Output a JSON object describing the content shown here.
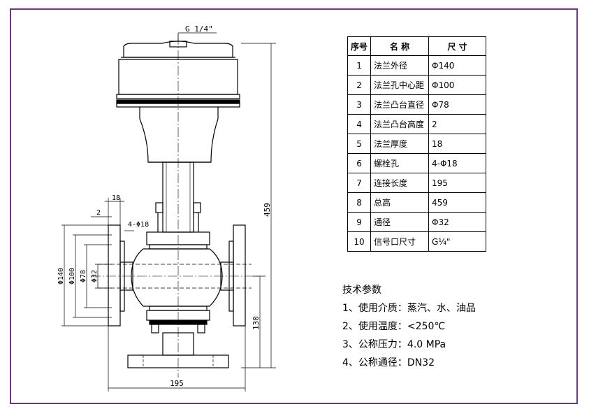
{
  "drawing": {
    "labels": {
      "signal_port": "G 1/4\"",
      "dim_total_height": "459",
      "dim_length": "195",
      "dim_height_130": "130",
      "dim_flange_thickness": "18",
      "dim_raised_face": "2",
      "bolt_holes": "4-Φ18",
      "dia_140": "Φ140",
      "dia_100": "Φ100",
      "dia_78": "Φ78",
      "dia_32": "Φ32"
    }
  },
  "spec_table": {
    "headers": [
      "序号",
      "名  称",
      "尺  寸"
    ],
    "rows": [
      {
        "no": "1",
        "name": "法兰外径",
        "size": "Φ140"
      },
      {
        "no": "2",
        "name": "法兰孔中心距",
        "size": "Φ100"
      },
      {
        "no": "3",
        "name": "法兰凸台直径",
        "size": "Φ78"
      },
      {
        "no": "4",
        "name": "法兰凸台高度",
        "size": "2"
      },
      {
        "no": "5",
        "name": "法兰厚度",
        "size": "18"
      },
      {
        "no": "6",
        "name": "螺栓孔",
        "size": "4-Φ18"
      },
      {
        "no": "7",
        "name": "连接长度",
        "size": "195"
      },
      {
        "no": "8",
        "name": "总高",
        "size": "459"
      },
      {
        "no": "9",
        "name": "通径",
        "size": "Φ32"
      },
      {
        "no": "10",
        "name": "信号口尺寸",
        "size": "G¼\""
      }
    ]
  },
  "tech_params": {
    "title": "技术参数",
    "items": [
      "1、使用介质：蒸汽、水、油品",
      "2、使用温度：<250℃",
      "3、公称压力：4.0 MPa",
      "4、公称通径：DN32"
    ]
  }
}
